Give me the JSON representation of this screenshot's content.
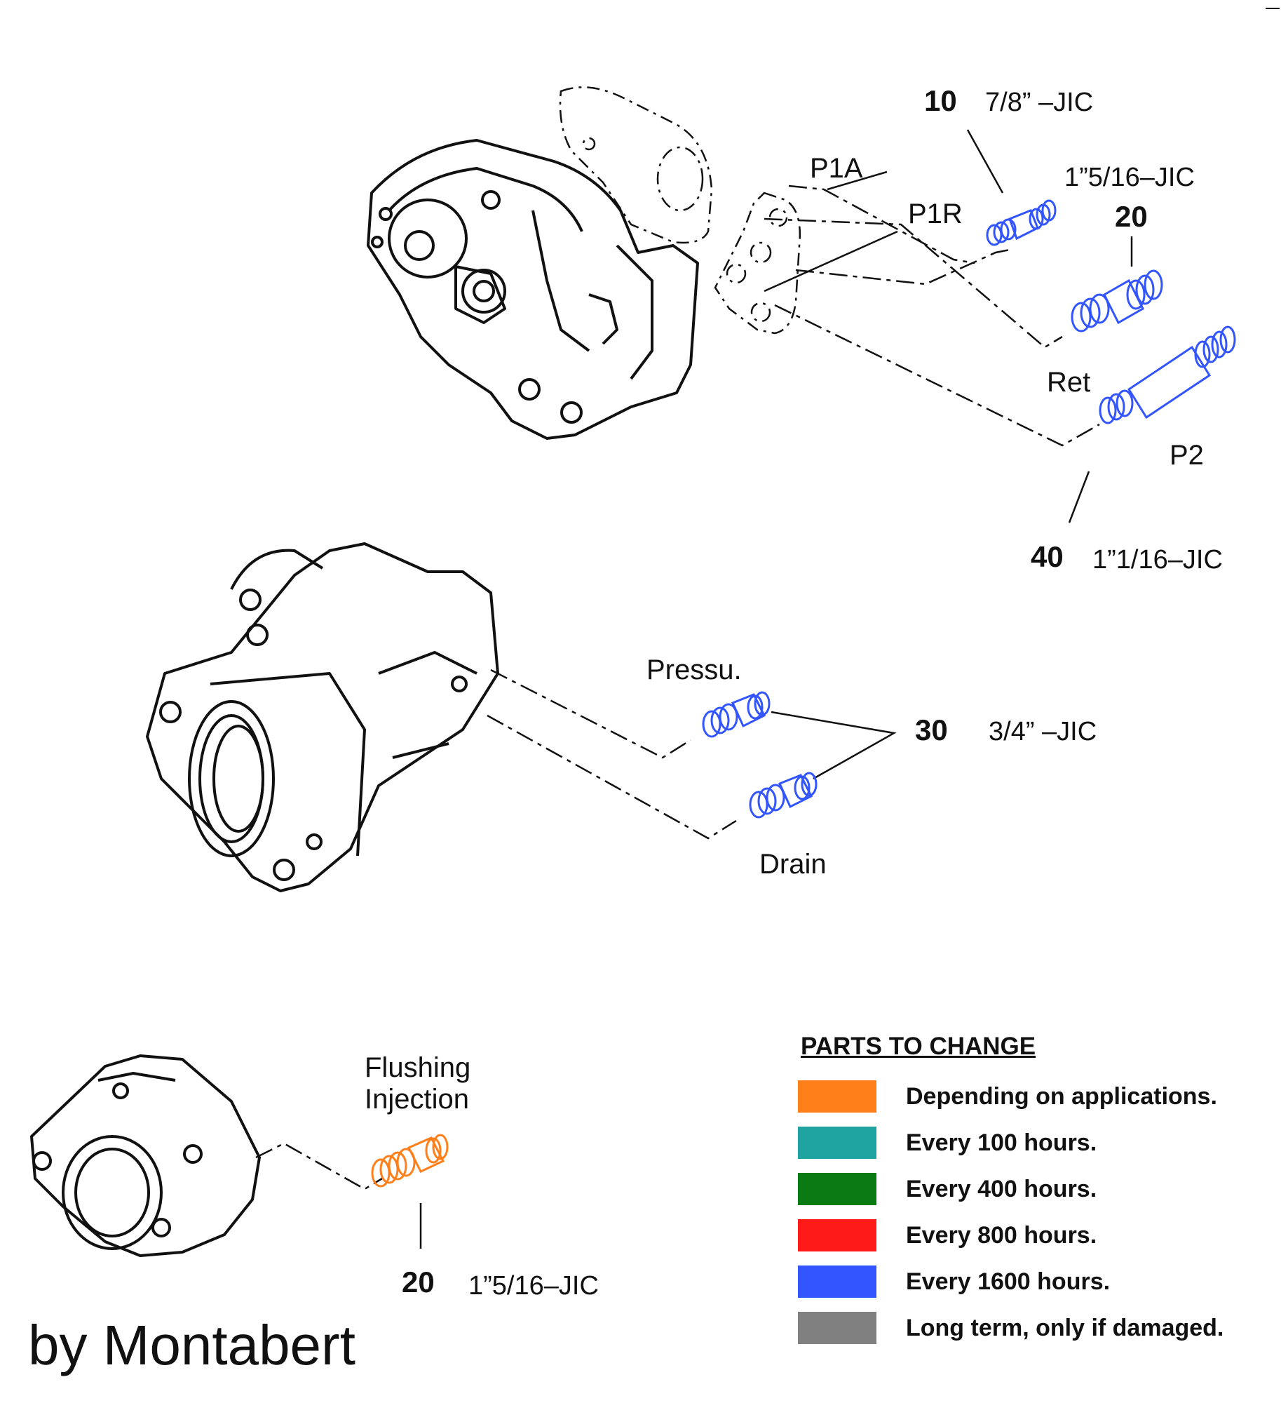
{
  "labels": {
    "p1a": "P1A",
    "p1r": "P1R",
    "ret": "Ret",
    "p2": "P2",
    "pressu": "Pressu.",
    "drain": "Drain",
    "flushing_line1": "Flushing",
    "flushing_line2": "Injection"
  },
  "callouts": [
    {
      "number": "10",
      "spec": "7/8” –JIC"
    },
    {
      "number": "20",
      "spec": "1”5/16–JIC"
    },
    {
      "number": "40",
      "spec": "1”1/16–JIC"
    },
    {
      "number": "30",
      "spec": "3/4” –JIC"
    },
    {
      "number": "20",
      "spec": "1”5/16–JIC"
    }
  ],
  "legend": {
    "title": "PARTS TO CHANGE",
    "items": [
      {
        "color": "#ff7f1a",
        "text": "Depending on applications."
      },
      {
        "color": "#1fa3a0",
        "text": "Every 100 hours."
      },
      {
        "color": "#0a7a12",
        "text": "Every 400 hours."
      },
      {
        "color": "#ff1a1a",
        "text": "Every 800 hours."
      },
      {
        "color": "#3355ff",
        "text": "Every 1600 hours."
      },
      {
        "color": "#808080",
        "text": "Long term, only if damaged."
      }
    ]
  },
  "credit": "by Montabert",
  "colors": {
    "blue_fitting": "#3355ff",
    "orange_fitting": "#ff7f1a",
    "line": "#111111"
  }
}
